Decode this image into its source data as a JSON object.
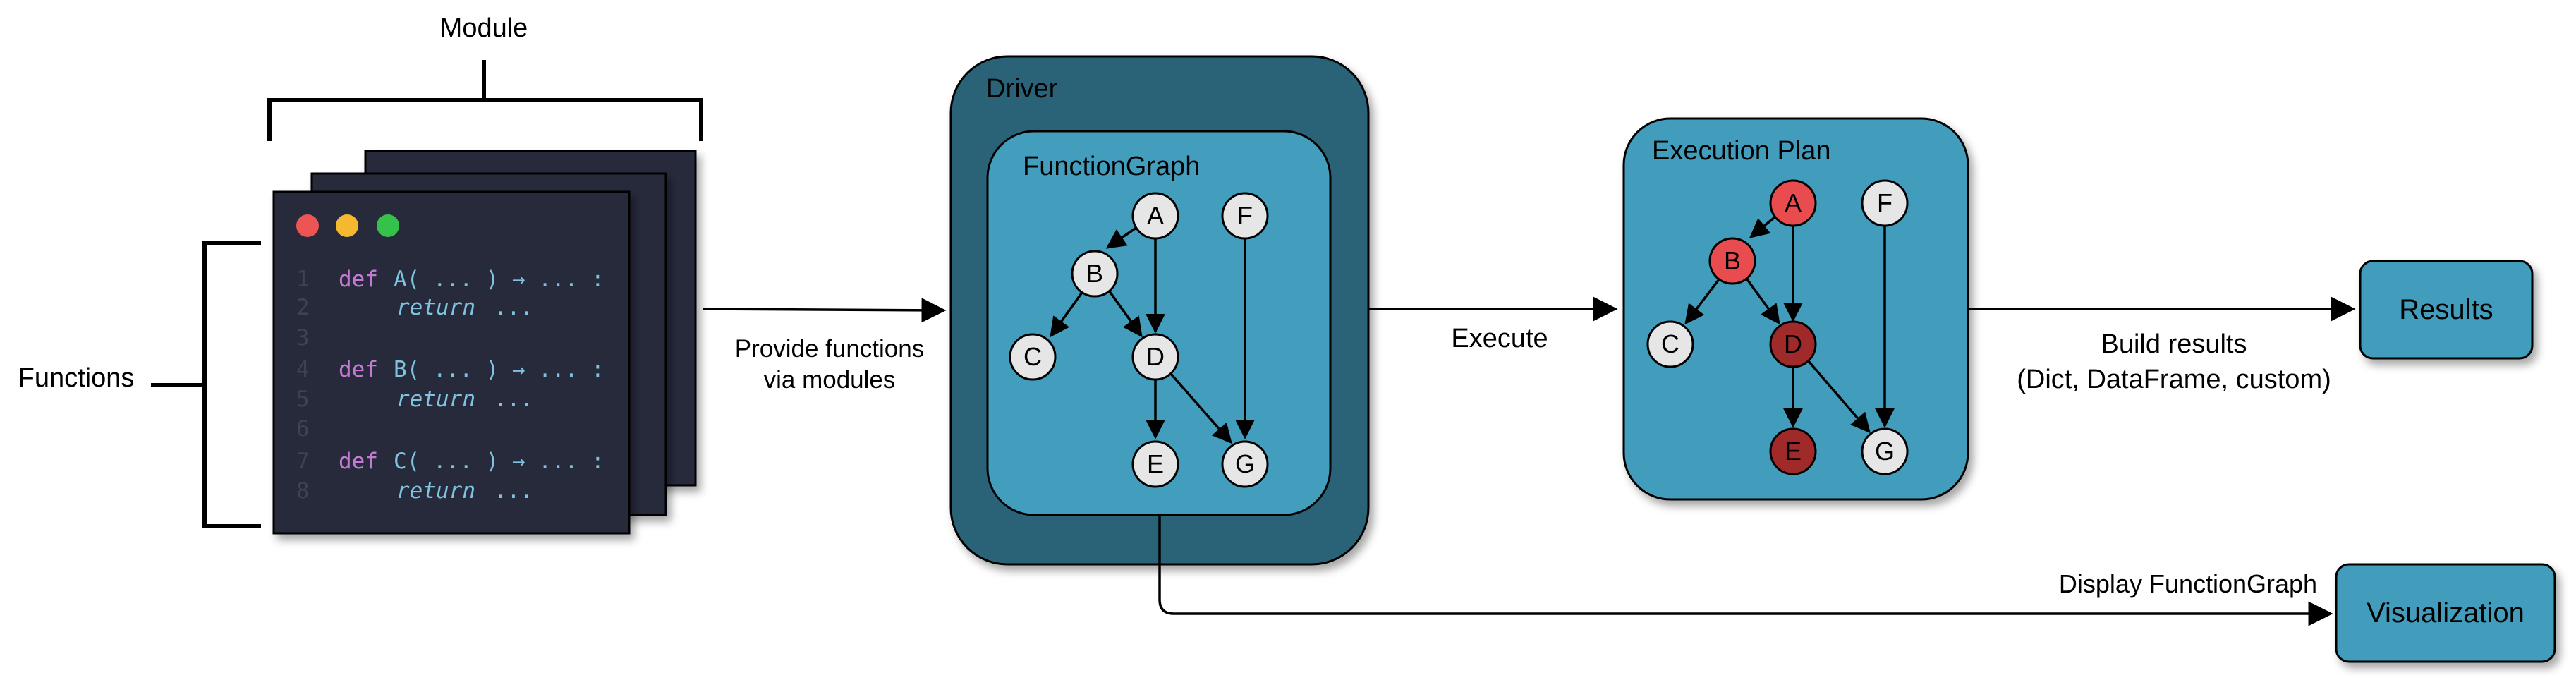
{
  "labels": {
    "module": "Module",
    "functions": "Functions",
    "provide_line1": "Provide functions",
    "provide_line2": "via modules",
    "execute": "Execute",
    "build_line1": "Build results",
    "build_line2": "(Dict, DataFrame, custom)",
    "display": "Display FunctionGraph"
  },
  "code": {
    "lines": [
      {
        "num": "1",
        "kw": "def",
        "name": "A( ... ) → ... :"
      },
      {
        "num": "2",
        "kw": "return",
        "name": "..."
      },
      {
        "num": "3"
      },
      {
        "num": "4",
        "kw": "def",
        "name": "B( ... ) → ... :"
      },
      {
        "num": "5",
        "kw": "return",
        "name": "..."
      },
      {
        "num": "6"
      },
      {
        "num": "7",
        "kw": "def",
        "name": "C( ... ) → ... :"
      },
      {
        "num": "8",
        "kw": "return",
        "name": "..."
      }
    ]
  },
  "driver": {
    "title": "Driver",
    "function_graph_title": "FunctionGraph",
    "nodes": [
      "A",
      "B",
      "C",
      "D",
      "E",
      "F",
      "G"
    ]
  },
  "execution_plan": {
    "title": "Execution Plan",
    "nodes": [
      "A",
      "B",
      "C",
      "D",
      "E",
      "F",
      "G"
    ]
  },
  "outputs": {
    "results": "Results",
    "visualization": "Visualization"
  },
  "colors": {
    "driver_outer": "#2a6478",
    "panel_blue": "#439dbd",
    "node_light": "#e6e6e6",
    "node_red": "#e84c4f",
    "node_darkred": "#a02a2a",
    "code_bg": "#262a3b",
    "keyword": "#c47ad4",
    "func_name": "#7ec4e0"
  }
}
